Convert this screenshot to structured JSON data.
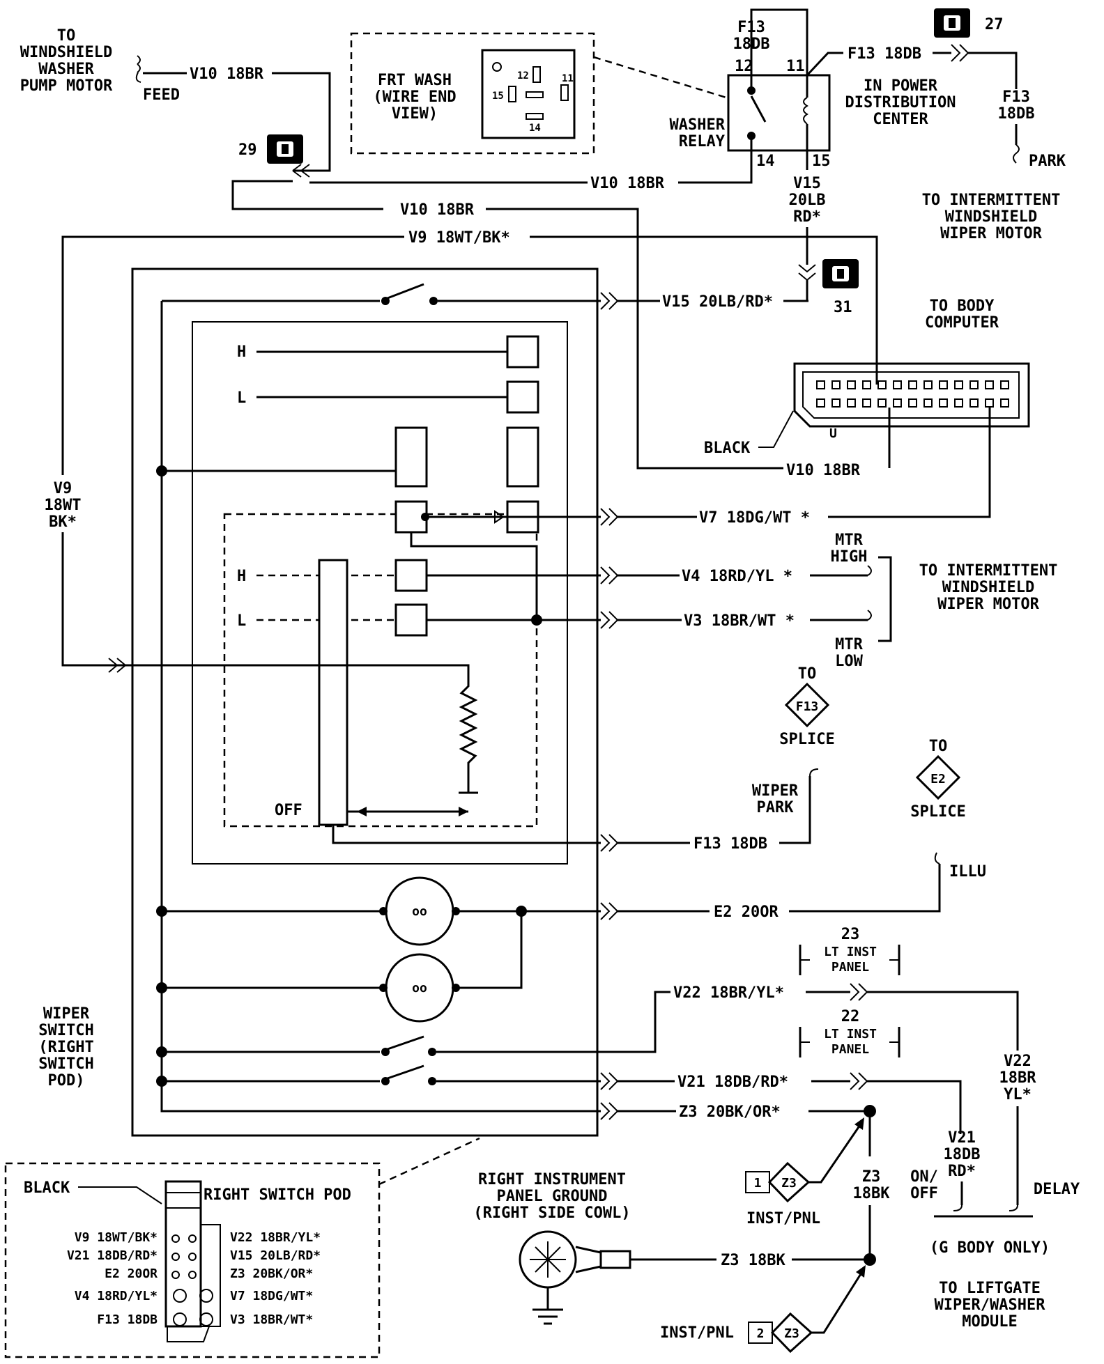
{
  "labels": {
    "to_windshield_washer": [
      "TO",
      "WINDSHIELD",
      "WASHER",
      "PUMP MOTOR"
    ],
    "feed": "FEED",
    "frt_wash": [
      "FRT WASH",
      "(WIRE END",
      "VIEW)"
    ],
    "fw_pins": [
      "12",
      "11",
      "15",
      "14"
    ],
    "relay_top_wire": [
      "F13",
      "18DB"
    ],
    "relay_pin_12": "12",
    "relay_pin_11": "11",
    "relay_pin_14": "14",
    "relay_pin_15": "15",
    "washer_relay": [
      "WASHER",
      "RELAY"
    ],
    "power_dist": [
      "IN POWER",
      "DISTRIBUTION",
      "CENTER"
    ],
    "f13_18db_top": "F13 18DB",
    "conn_27": "27",
    "conn_29": "29",
    "conn_31": "31",
    "f13_right_vert": [
      "F13",
      "18DB"
    ],
    "park": "PARK",
    "to_intermittent_top": [
      "TO INTERMITTENT",
      "WINDSHIELD",
      "WIPER MOTOR"
    ],
    "v10_18br_1": "V10 18BR",
    "v10_18br_2": "V10 18BR",
    "v10_18br_3": "V10 18BR",
    "v10_18br_4": "V10 18BR",
    "v15_vert": [
      "V15",
      "20LB",
      "RD*"
    ],
    "v9_top": "V9 18WT/BK*",
    "v15_wire": "V15 20LB/RD*",
    "to_body_computer": [
      "TO BODY",
      "COMPUTER"
    ],
    "black_bc": "BLACK",
    "bc_marker": "U",
    "switch_h1": "H",
    "switch_l1": "L",
    "switch_h2": "H",
    "switch_l2": "L",
    "switch_off": "OFF",
    "v7_wire": "V7 18DG/WT *",
    "v4_wire": "V4 18RD/YL *",
    "v3_wire": "V3 18BR/WT *",
    "mtr_high": [
      "MTR",
      "HIGH"
    ],
    "mtr_low": [
      "MTR",
      "LOW"
    ],
    "to_intermittent_mid": [
      "TO INTERMITTENT",
      "WINDSHIELD",
      "WIPER MOTOR"
    ],
    "v9_vert": [
      "V9",
      "18WT",
      "BK*"
    ],
    "to_f13": "TO",
    "f13_splice_id": "F13",
    "splice_1": "SPLICE",
    "wiper_park": [
      "WIPER",
      "PARK"
    ],
    "f13_wire": "F13 18DB",
    "to_e2": "TO",
    "e2_splice_id": "E2",
    "splice_2": "SPLICE",
    "illu": "ILLU",
    "e2_wire": "E2 20OR",
    "lamp_symbol_1": "oo",
    "lamp_symbol_2": "oo",
    "z23_num": "23",
    "lt_inst_panel_1": [
      "LT INST",
      "PANEL"
    ],
    "z22_num": "22",
    "lt_inst_panel_2": [
      "LT INST",
      "PANEL"
    ],
    "v22_wire": "V22 18BR/YL*",
    "v21_wire": "V21 18DB/RD*",
    "z3_wire": "Z3 20BK/OR*",
    "v22_vert": [
      "V22",
      "18BR",
      "YL*"
    ],
    "v21_vert": [
      "V21",
      "18DB",
      "RD*"
    ],
    "z3_vert": [
      "Z3",
      "18BK"
    ],
    "on_off": [
      "ON/",
      "OFF"
    ],
    "delay": "DELAY",
    "g_body": "(G BODY ONLY)",
    "to_liftgate": [
      "TO LIFTGATE",
      "WIPER/WASHER",
      "MODULE"
    ],
    "wiper_switch": [
      "WIPER",
      "SWITCH",
      "(RIGHT",
      "SWITCH",
      "POD)"
    ],
    "inst_pnl_1_num": "1",
    "inst_pnl_1_id": "Z3",
    "inst_pnl_1": "INST/PNL",
    "inst_pnl_2_num": "2",
    "inst_pnl_2_id": "Z3",
    "inst_pnl_2": "INST/PNL",
    "right_ip_ground": [
      "RIGHT INSTRUMENT",
      "PANEL GROUND",
      "(RIGHT SIDE COWL)"
    ],
    "z3_18bk": "Z3 18BK",
    "black_pod": "BLACK",
    "right_switch_pod": "RIGHT SWITCH POD",
    "pod_left": [
      "V9  18WT/BK*",
      "V21  18DB/RD*",
      "E2  20OR",
      "V4  18RD/YL*",
      "F13  18DB"
    ],
    "pod_right": [
      "V22  18BR/YL*",
      "V15  20LB/RD*",
      "Z3  20BK/OR*",
      "V7  18DG/WT*",
      "V3  18BR/WT*"
    ]
  }
}
